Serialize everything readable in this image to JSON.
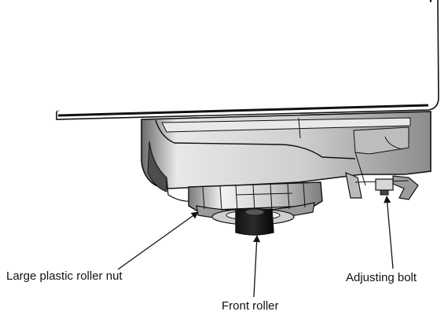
{
  "labels": {
    "roller_nut": "Large plastic roller nut",
    "adjusting_bolt": "Adjusting bolt",
    "front_roller": "Front roller"
  },
  "colors": {
    "outline": "#111111",
    "cabinet": "#ffffff",
    "shade_dark": "#555555",
    "shade_mid": "#9a9a9a",
    "shade_light": "#d4d4d4"
  }
}
